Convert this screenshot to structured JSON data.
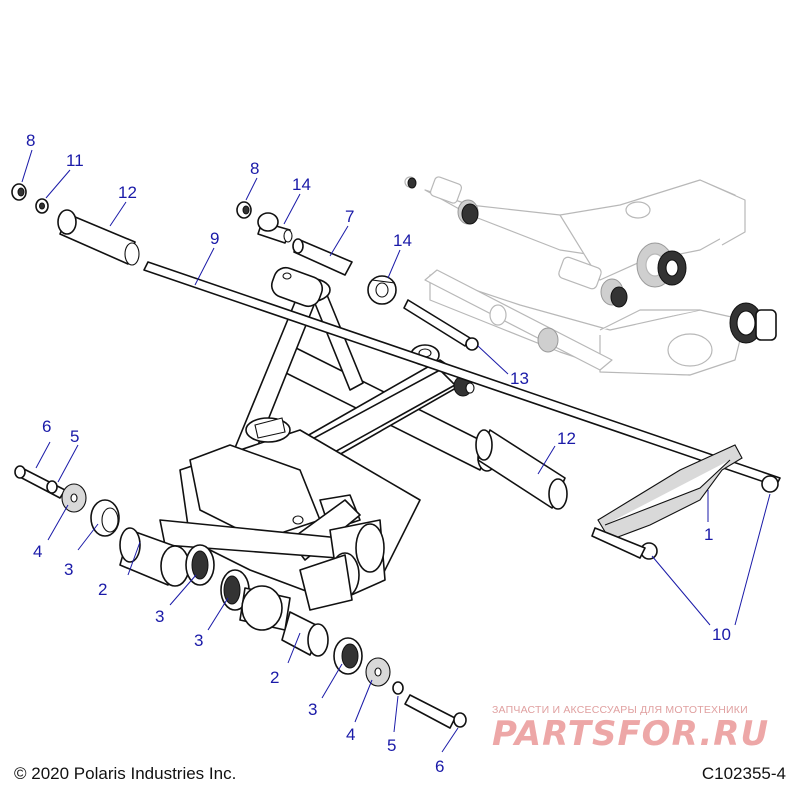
{
  "callouts": {
    "c1": "1",
    "c2a": "2",
    "c2b": "2",
    "c3a": "3",
    "c3b": "3",
    "c3c": "3",
    "c3d": "3",
    "c4a": "4",
    "c4b": "4",
    "c5a": "5",
    "c5b": "5",
    "c6a": "6",
    "c6b": "6",
    "c7": "7",
    "c8a": "8",
    "c8b": "8",
    "c9": "9",
    "c10": "10",
    "c11": "11",
    "c12a": "12",
    "c12b": "12",
    "c13": "13",
    "c14a": "14",
    "c14b": "14"
  },
  "footer": {
    "copyright": "© 2020 Polaris Industries Inc.",
    "figure_code": "C102355-4"
  },
  "watermark": {
    "subtitle": "ЗАПЧАСТИ И АКСЕССУАРЫ ДЛЯ МОТОТЕХНИКИ",
    "logo": "PARTSFOR.RU"
  },
  "colors": {
    "callout": "#1a1aa8",
    "line_art": "#111111",
    "ghost_art": "#b8b8b8",
    "watermark": "#e88a8a"
  }
}
